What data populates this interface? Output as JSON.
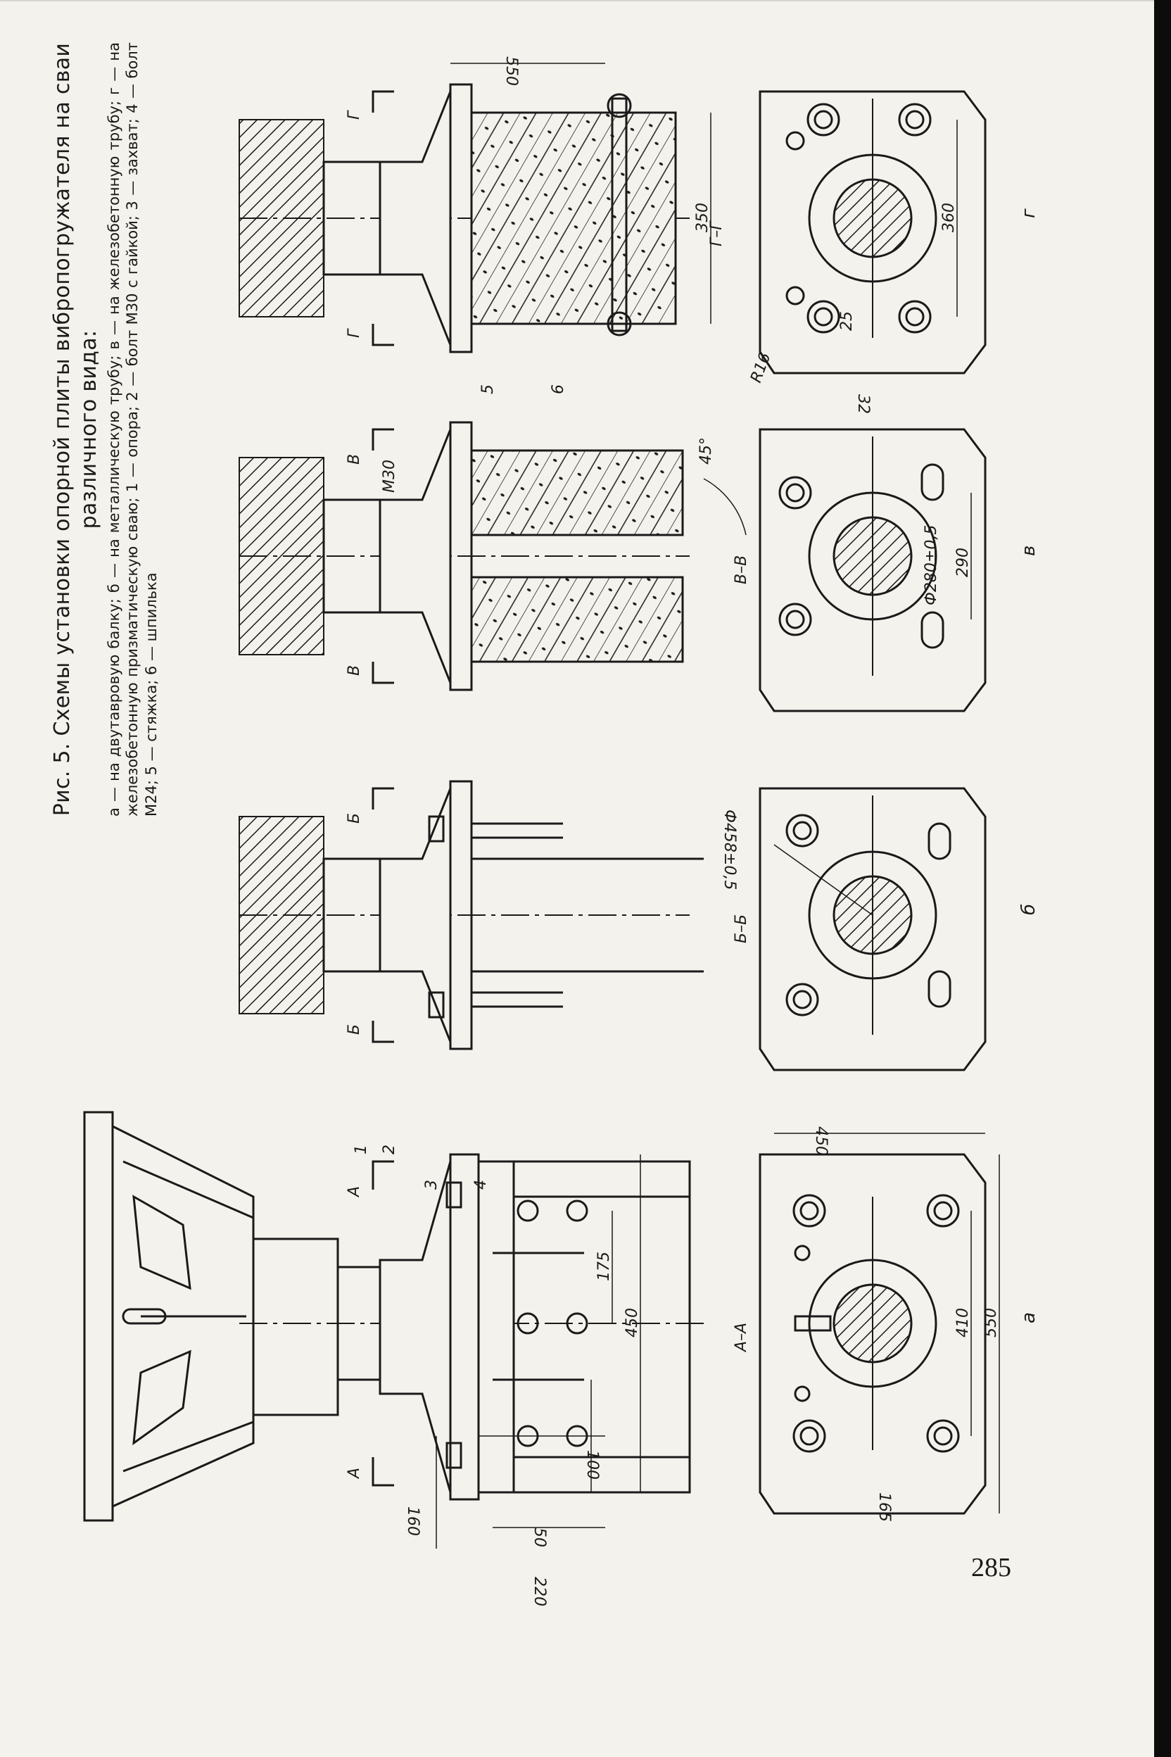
{
  "figure": {
    "title": "Рис. 5. Схемы установки опорной плиты вибропогружателя на сваи различного вида:",
    "legend": "а — на двутавровую балку; б — на металлическую трубу; в — на железобетонную трубу; г — на железобетонную призматическую сваю; 1 — опора; 2 — болт М30 с гайкой; 3 — захват; 4 — болт М24; 5 — стяжка; 6 — шпилька"
  },
  "page_number": "285",
  "views": {
    "a": {
      "section_label": "А",
      "plan_label": "А–А",
      "subfig": "а",
      "callouts": [
        "1",
        "2",
        "3",
        "4"
      ],
      "dims": [
        "175",
        "450",
        "100",
        "160",
        "50",
        "220",
        "450",
        "410",
        "550",
        "165"
      ]
    },
    "b": {
      "section_label": "Б",
      "plan_label": "Б–Б",
      "subfig": "б",
      "dims": [
        "Ф458±0,5"
      ]
    },
    "v": {
      "section_label": "В",
      "plan_label": "В–В",
      "subfig": "в",
      "dims": [
        "М30",
        "45°",
        "Ф280±0,5",
        "290"
      ]
    },
    "g": {
      "section_label": "Г",
      "plan_label": "Г–Г",
      "subfig": "г",
      "callouts": [
        "5",
        "6"
      ],
      "dims": [
        "550",
        "350",
        "360",
        "25",
        "R16",
        "32"
      ]
    }
  }
}
